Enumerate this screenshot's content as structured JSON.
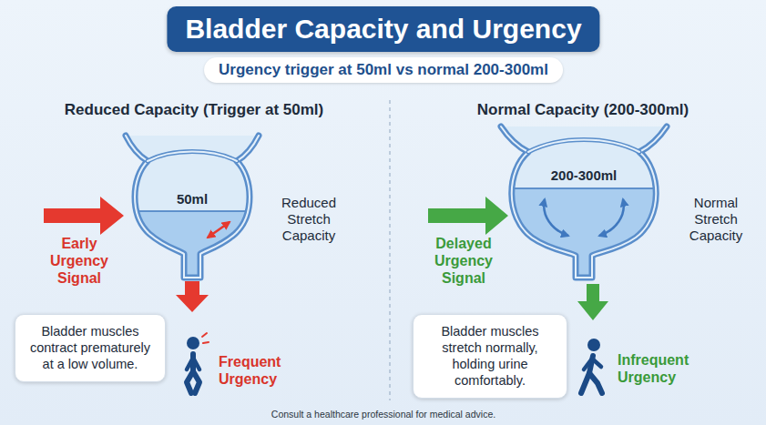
{
  "diagram": {
    "title": "Bladder Capacity and Urgency",
    "caption": "Consult a healthcare professional for medical advice.",
    "nodes": [
      {
        "text": [
          "50ml"
        ]
      },
      {
        "text": [
          "Bladder muscles contract prematurely at a low volume."
        ]
      },
      {
        "text": [
          "200-300ml"
        ]
      },
      {
        "text": [
          "Bladder muscles stretch normally, holding urine comfortably."
        ]
      }
    ],
    "labels": [
      "Urgency trigger at 50ml vs normal 200-300ml",
      "Reduced Capacity (Trigger at 50ml)",
      "Reduced Stretch Capacity",
      "Early Urgency Signal",
      "Frequent Urgency",
      "Normal Capacity (200-300ml)",
      "Normal Stretch Capacity",
      "Delayed Urgency Signal",
      "Infrequent Urgency"
    ]
  }
}
